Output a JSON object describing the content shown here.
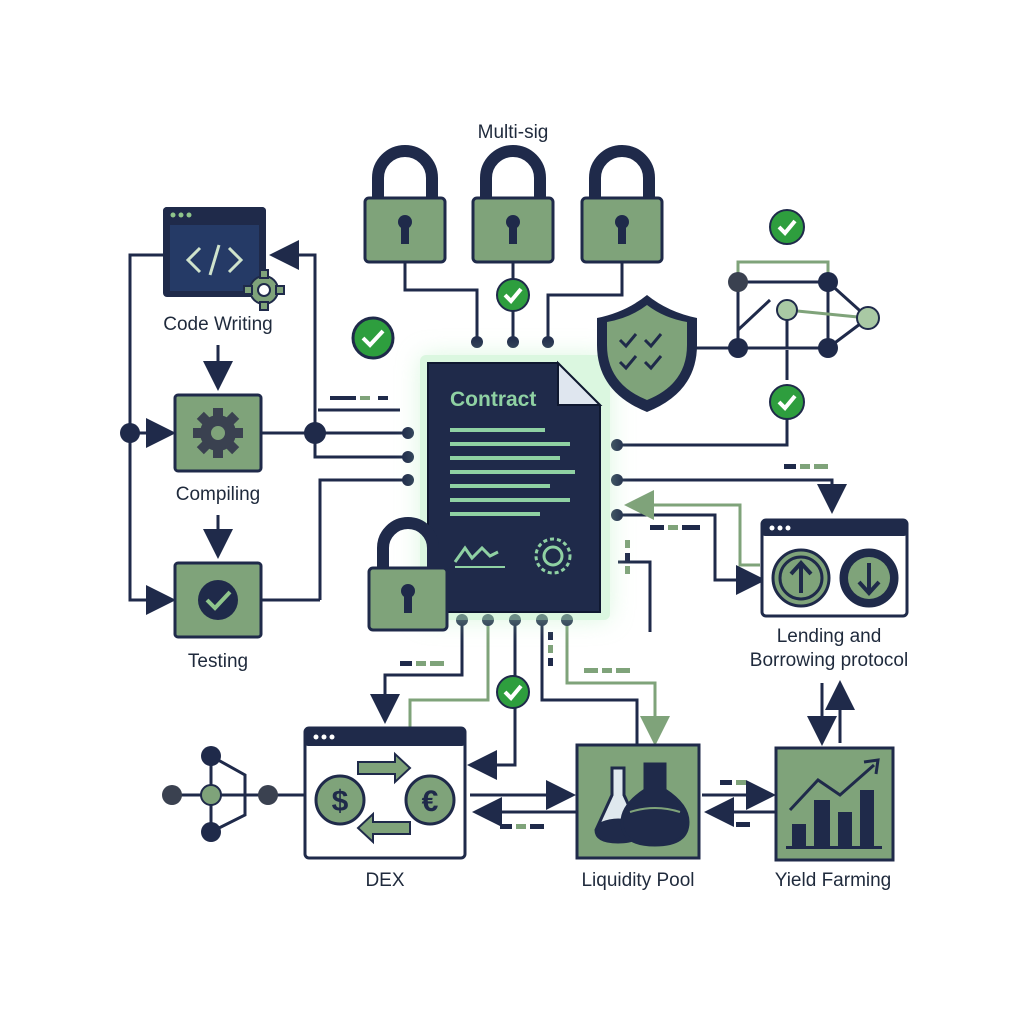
{
  "labels": {
    "multisig": "Multi-sig",
    "code_writing": "Code Writing",
    "compiling": "Compiling",
    "testing": "Testing",
    "contract": "Contract",
    "lending_line1": "Lending and",
    "lending_line2": "Borrowing protocol",
    "dex": "DEX",
    "liquidity_pool": "Liquidity Pool",
    "yield_farming": "Yield Farming"
  },
  "icons": {
    "code": "code-brackets-icon",
    "gear": "gear-icon",
    "check": "check-icon",
    "lock": "padlock-icon",
    "shield": "shield-check-icon",
    "network": "network-graph-icon",
    "dollar": "dollar-coin-icon",
    "euro": "euro-coin-icon",
    "flask": "flask-icon",
    "bar_chart": "bar-chart-icon",
    "arrow_up": "arrow-up-icon",
    "arrow_down": "arrow-down-icon"
  },
  "colors": {
    "navy": "#1f2a4a",
    "green": "#7fa37a",
    "light_green": "#b9d3b3",
    "accent_green": "#2e9e3e",
    "glow": "#9be7a8"
  }
}
